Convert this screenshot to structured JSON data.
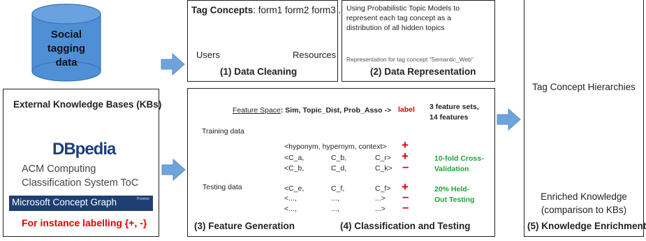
{
  "social": {
    "line1": "Social",
    "line2": "tagging",
    "line3": "data"
  },
  "tagbox": {
    "prefix": "Tag Concepts",
    "forms": ": form1 form2 form3 ...",
    "users": "Users",
    "resources": "Resources",
    "caption": "(1) Data Cleaning"
  },
  "repbox": {
    "line1": "Using Probabilistic Topic Models to",
    "line2": "represent each tag concept as a",
    "line3": "distribution of all hidden topics",
    "rep_label": "Representation for tag concept “Semantic_Web”",
    "caption": "(2) Data Representation"
  },
  "kb": {
    "title": "External Knowledge Bases (KBs)",
    "dbpedia": "DBpedia",
    "acm1": "ACM Computing",
    "acm2": "Classification System ToC",
    "mcg": "Microsoft Concept Graph",
    "mcg_tag": "Preview",
    "instance": "For instance labelling {+, -}"
  },
  "feature": {
    "space_prefix": "Feature Space",
    "space_rest": ": Sim, Topic_Dist, Prob_Asso ->",
    "label": "label",
    "sets1": "3 feature sets,",
    "sets2": "14 features",
    "training": "Training data",
    "testing": "Testing data",
    "hyponym": "<hyponym, hypernym, context>",
    "rows": [
      {
        "c1": "<C_a,",
        "c2": "C_b,",
        "c3": "C_r>",
        "sign": "+"
      },
      {
        "c1": "<C_b,",
        "c2": "C_d,",
        "c3": "C_k>",
        "sign": "–"
      },
      {
        "c1": "<C_e,",
        "c2": "C_f,",
        "c3": "C_f>",
        "sign": "+"
      },
      {
        "c1": "<...,",
        "c2": "...,",
        "c3": "...>",
        "sign": "–"
      },
      {
        "c1": "<...,",
        "c2": "...,",
        "c3": "...>",
        "sign": "–"
      }
    ],
    "hyp_sign": "+",
    "cv1": "10-fold Cross-",
    "cv2": "Validation",
    "ho1": "20% Held-",
    "ho2": "Out Testing",
    "caption3": "(3) Feature Generation",
    "caption4": "(4) Classification and Testing"
  },
  "ke": {
    "hierarchies": "Tag Concept Hierarchies",
    "enriched1": "Enriched Knowledge",
    "enriched2": "(comparison to KBs)",
    "caption": "(5) Knowledge Enrichment"
  },
  "colors": {
    "cylinder": "#4f8fd6",
    "arrow": "#6fa3dc",
    "red": "#e00000",
    "green": "#1aa53a",
    "link": "#4a80c8"
  }
}
